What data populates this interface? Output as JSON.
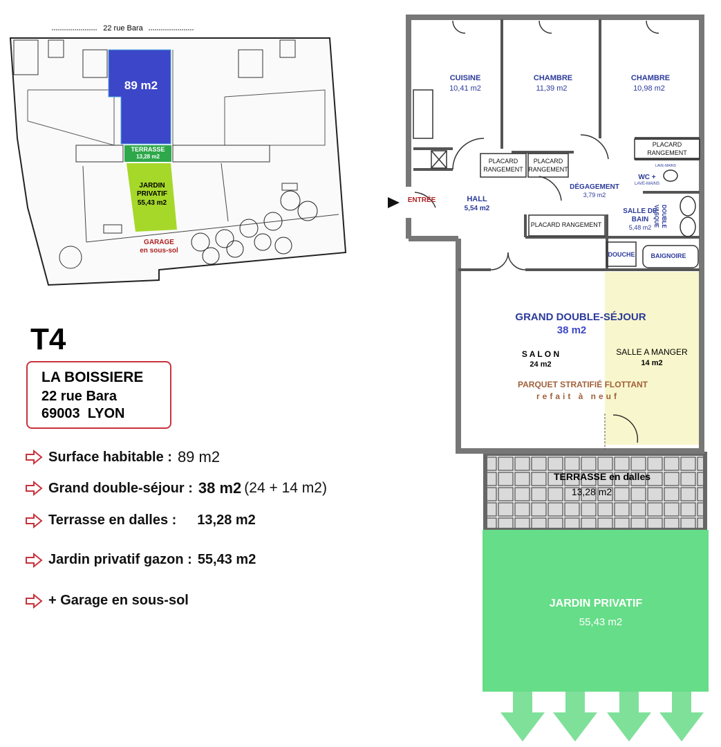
{
  "site_plan": {
    "street": "22 rue Bara",
    "apartment_area": "89 m2",
    "terrace_label": "TERRASSE",
    "terrace_area": "13,28 m2",
    "garden_label_1": "JARDIN",
    "garden_label_2": "PRIVATIF",
    "garden_area": "55,43 m2",
    "garage_label": "GARAGE",
    "garage_sub": "en sous-sol",
    "colors": {
      "apartment": "#3c46c8",
      "terrace": "#2ea84a",
      "garden": "#a6d82a",
      "garage_text": "#b02020"
    }
  },
  "listing": {
    "type": "T4",
    "address": {
      "name": "LA BOISSIERE",
      "street": "22 rue Bara",
      "city": "69003  LYON"
    },
    "features": [
      {
        "label": "Surface habitable :",
        "value": "89 m2",
        "extra": ""
      },
      {
        "label": "Grand double-séjour :",
        "value": "38 m2",
        "extra": "(24 + 14 m2)"
      },
      {
        "label": "Terrasse en dalles :",
        "value": "13,28 m2",
        "extra": ""
      },
      {
        "label": "Jardin privatif gazon :",
        "value": "55,43 m2",
        "extra": ""
      },
      {
        "label": "+ Garage en sous-sol",
        "value": "",
        "extra": ""
      }
    ],
    "colors": {
      "accent": "#c8323c"
    }
  },
  "floor_plan": {
    "rooms": {
      "cuisine": {
        "name": "CUISINE",
        "area": "10,41 m2"
      },
      "chambre1": {
        "name": "CHAMBRE",
        "area": "11,39 m2"
      },
      "chambre2": {
        "name": "CHAMBRE",
        "area": "10,98 m2"
      },
      "hall": {
        "name": "HALL",
        "area": "5,54 m2"
      },
      "degagement": {
        "name": "DÉGAGEMENT",
        "area": "3,79 m2"
      },
      "sdb": {
        "name_1": "SALLE DE",
        "name_2": "BAIN",
        "area": "5,48 m2"
      },
      "wc": {
        "name": "WC +",
        "sub": "LAVE-MAINS",
        "lave": "LAVE-MAINS"
      },
      "sejour": {
        "title": "GRAND DOUBLE-SÉJOUR",
        "area": "38 m2"
      },
      "salon": {
        "name": "S A L O N",
        "area": "24 m2"
      },
      "salle_manger": {
        "name": "SALLE A MANGER",
        "area": "14 m2"
      },
      "terrasse": {
        "name": "TERRASSE en dalles",
        "area": "13,28 m2"
      },
      "jardin": {
        "name": "JARDIN PRIVATIF",
        "area": "55,43 m2"
      }
    },
    "entree": "ENTRÉE",
    "placard_1": "PLACARD",
    "placard_2": "RANGEMENT",
    "placard_long": "PLACARD RANGEMENT",
    "double_vasque_1": "DOUBLE",
    "double_vasque_2": "VASQUE",
    "douche": "DOUCHE",
    "baignoire": "BAIGNOIRE",
    "floor_note": "PARQUET STRATIFIÉ FLOTTANT",
    "floor_note_sub": "refait à neuf",
    "colors": {
      "room_text": "#2b3a9a",
      "dining": "#f8f6cc",
      "garden": "#66dd88",
      "note": "#a0603a",
      "entree": "#b02020"
    }
  }
}
